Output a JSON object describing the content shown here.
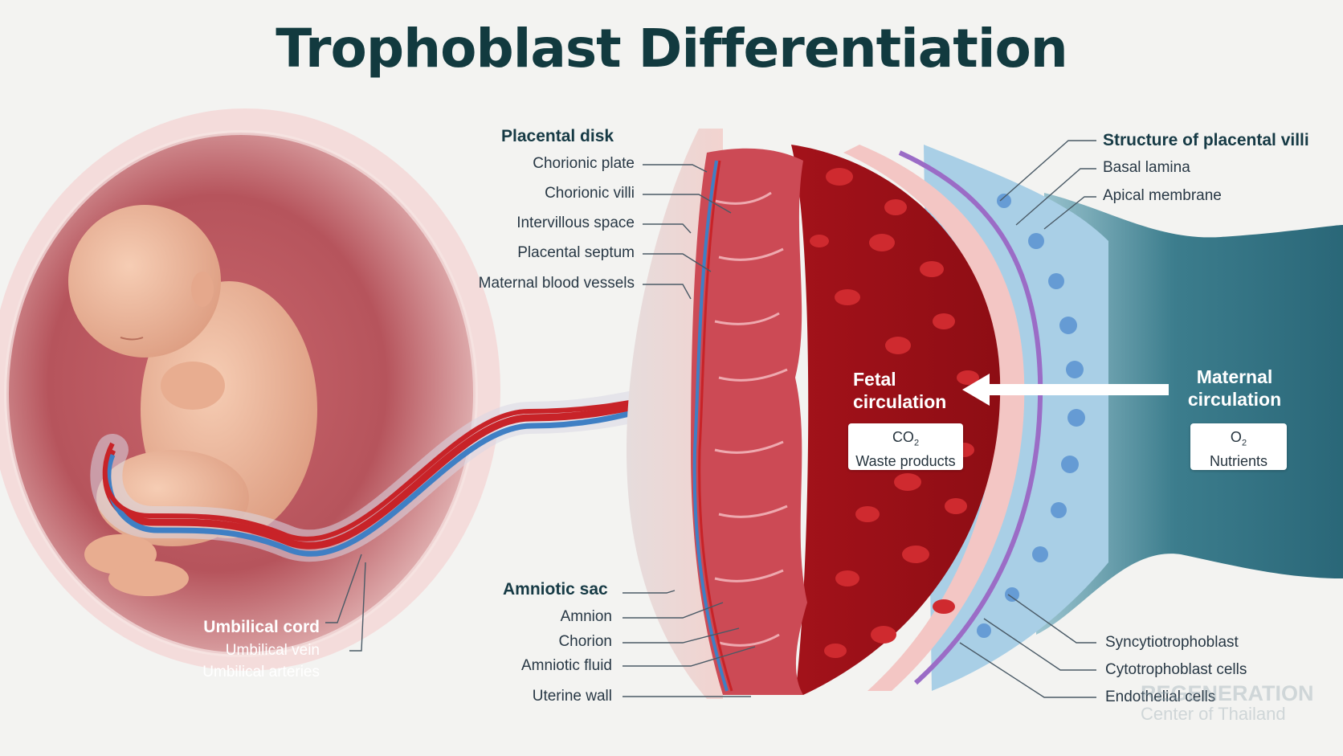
{
  "title": "Trophoblast Differentiation",
  "placental_disk": {
    "heading": "Placental disk",
    "items": [
      "Chorionic plate",
      "Chorionic villi",
      "Intervillous space",
      "Placental septum",
      "Maternal blood vessels"
    ]
  },
  "villi_structure": {
    "heading": "Structure of placental villi",
    "items": [
      "Basal lamina",
      "Apical membrane"
    ]
  },
  "amniotic_sac": {
    "heading": "Amniotic sac",
    "items": [
      "Amnion",
      "Chorion",
      "Amniotic fluid",
      "Uterine wall"
    ]
  },
  "umbilical_cord": {
    "heading": "Umbilical cord",
    "items": [
      "Umbilical vein",
      "Umbilical arteries"
    ]
  },
  "villi_layers": [
    "Syncytiotrophoblast",
    "Cytotrophoblast cells",
    "Endothelial cells"
  ],
  "fetal_circulation": {
    "label_line1": "Fetal",
    "label_line2": "circulation",
    "box_gas": "CO",
    "box_gas_sub": "2",
    "box_text": "Waste products"
  },
  "maternal_circulation": {
    "label_line1": "Maternal",
    "label_line2": "circulation",
    "box_gas": "O",
    "box_gas_sub": "2",
    "box_text": "Nutrients"
  },
  "watermark": {
    "line1": "REGENERATION",
    "line2": "Center of Thailand"
  },
  "colors": {
    "title": "#123a3f",
    "blood_red": "#b3161d",
    "villi_pink": "#d9626c",
    "vessel_blue": "#3f7fc4",
    "maternal_teal": "#2d6f80",
    "membrane_purple": "#9b6cc6"
  }
}
